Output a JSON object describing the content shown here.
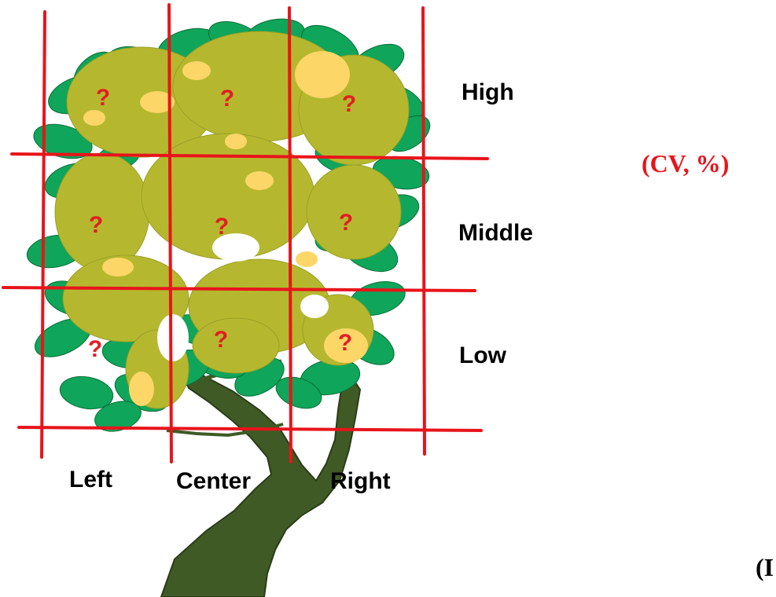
{
  "rows": [
    {
      "label": "High"
    },
    {
      "label": "Middle"
    },
    {
      "label": "Low"
    }
  ],
  "columns": [
    {
      "label": "Left"
    },
    {
      "label": "Center"
    },
    {
      "label": "Right"
    }
  ],
  "cell_marker": "?",
  "cv_label": "(CV, %)",
  "corner_label": "(I",
  "colors": {
    "grid": "#e8141b",
    "marker": "#e21d25",
    "leaf": "#0fa55a",
    "leaf_edge": "#0a6e38",
    "canopy": "#b5b82e",
    "highlight": "#fcd667",
    "trunk": "#3f5a25",
    "label": "#000000",
    "cv_label": "#e8141b"
  }
}
